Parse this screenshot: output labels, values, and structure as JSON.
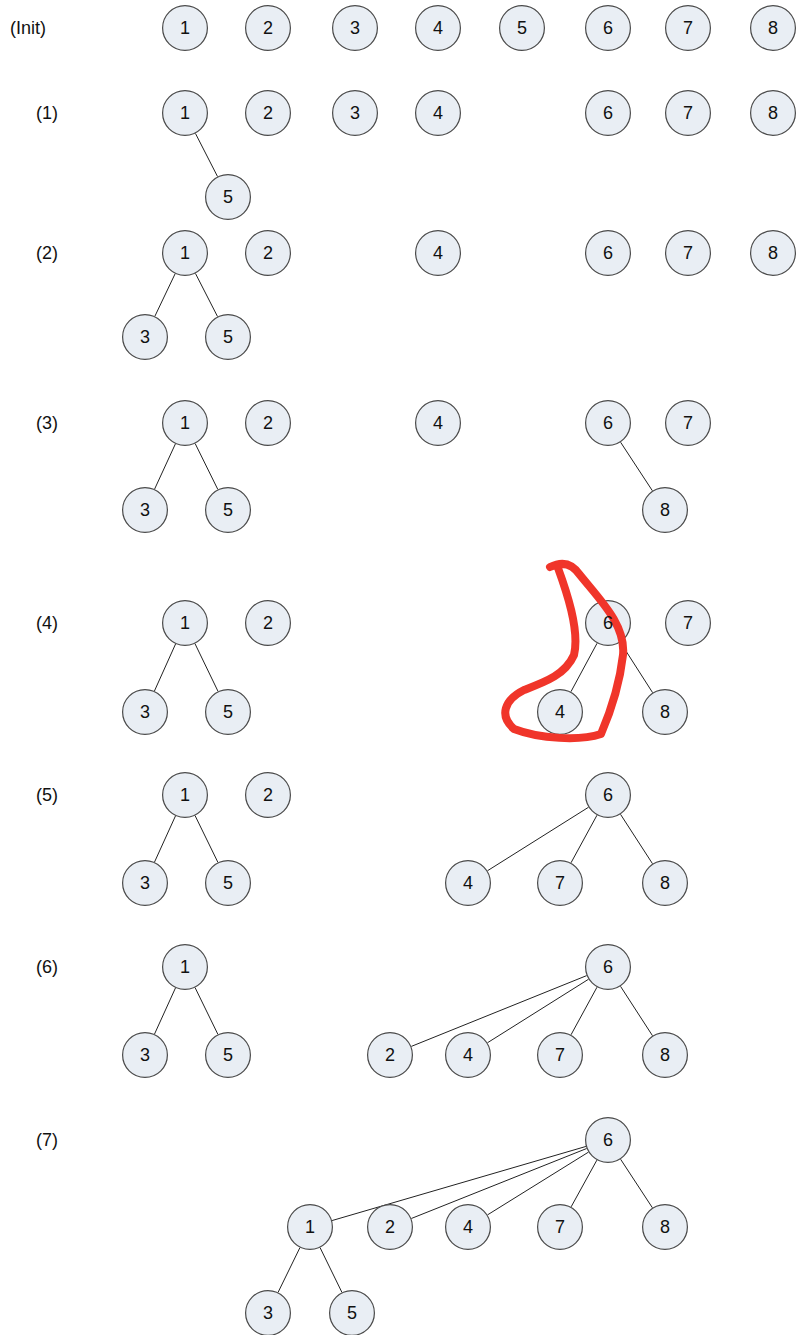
{
  "diagram": {
    "nodes": [
      {
        "text": [
          "1"
        ]
      },
      {
        "text": [
          "2"
        ]
      },
      {
        "text": [
          "3"
        ]
      },
      {
        "text": [
          "4"
        ]
      },
      {
        "text": [
          "5"
        ]
      },
      {
        "text": [
          "6"
        ]
      },
      {
        "text": [
          "7"
        ]
      },
      {
        "text": [
          "8"
        ]
      },
      {
        "text": [
          "1"
        ]
      },
      {
        "text": [
          "2"
        ]
      },
      {
        "text": [
          "3"
        ]
      },
      {
        "text": [
          "4"
        ]
      },
      {
        "text": [
          "6"
        ]
      },
      {
        "text": [
          "7"
        ]
      },
      {
        "text": [
          "8"
        ]
      },
      {
        "text": [
          "5"
        ]
      },
      {
        "text": [
          "1"
        ]
      },
      {
        "text": [
          "2"
        ]
      },
      {
        "text": [
          "4"
        ]
      },
      {
        "text": [
          "6"
        ]
      },
      {
        "text": [
          "7"
        ]
      },
      {
        "text": [
          "8"
        ]
      },
      {
        "text": [
          "3"
        ]
      },
      {
        "text": [
          "5"
        ]
      },
      {
        "text": [
          "1"
        ]
      },
      {
        "text": [
          "2"
        ]
      },
      {
        "text": [
          "4"
        ]
      },
      {
        "text": [
          "6"
        ]
      },
      {
        "text": [
          "7"
        ]
      },
      {
        "text": [
          "3"
        ]
      },
      {
        "text": [
          "5"
        ]
      },
      {
        "text": [
          "8"
        ]
      },
      {
        "text": [
          "1"
        ]
      },
      {
        "text": [
          "2"
        ]
      },
      {
        "text": [
          "6"
        ]
      },
      {
        "text": [
          "7"
        ]
      },
      {
        "text": [
          "3"
        ]
      },
      {
        "text": [
          "5"
        ]
      },
      {
        "text": [
          "4"
        ]
      },
      {
        "text": [
          "8"
        ]
      },
      {
        "text": [
          "1"
        ]
      },
      {
        "text": [
          "2"
        ]
      },
      {
        "text": [
          "6"
        ]
      },
      {
        "text": [
          "3"
        ]
      },
      {
        "text": [
          "5"
        ]
      },
      {
        "text": [
          "4"
        ]
      },
      {
        "text": [
          "7"
        ]
      },
      {
        "text": [
          "8"
        ]
      },
      {
        "text": [
          "1"
        ]
      },
      {
        "text": [
          "6"
        ]
      },
      {
        "text": [
          "3"
        ]
      },
      {
        "text": [
          "5"
        ]
      },
      {
        "text": [
          "2"
        ]
      },
      {
        "text": [
          "4"
        ]
      },
      {
        "text": [
          "7"
        ]
      },
      {
        "text": [
          "8"
        ]
      },
      {
        "text": [
          "6"
        ]
      },
      {
        "text": [
          "1"
        ]
      },
      {
        "text": [
          "2"
        ]
      },
      {
        "text": [
          "4"
        ]
      },
      {
        "text": [
          "7"
        ]
      },
      {
        "text": [
          "8"
        ]
      },
      {
        "text": [
          "3"
        ]
      },
      {
        "text": [
          "5"
        ]
      }
    ],
    "edges": [
      {
        "from": 8,
        "to": 15,
        "arrow": "none"
      },
      {
        "from": 16,
        "to": 22,
        "arrow": "none"
      },
      {
        "from": 16,
        "to": 23,
        "arrow": "none"
      },
      {
        "from": 24,
        "to": 29,
        "arrow": "none"
      },
      {
        "from": 24,
        "to": 30,
        "arrow": "none"
      },
      {
        "from": 27,
        "to": 31,
        "arrow": "none"
      },
      {
        "from": 32,
        "to": 36,
        "arrow": "none"
      },
      {
        "from": 32,
        "to": 37,
        "arrow": "none"
      },
      {
        "from": 34,
        "to": 38,
        "arrow": "none"
      },
      {
        "from": 34,
        "to": 39,
        "arrow": "none"
      },
      {
        "from": 40,
        "to": 43,
        "arrow": "none"
      },
      {
        "from": 40,
        "to": 44,
        "arrow": "none"
      },
      {
        "from": 42,
        "to": 45,
        "arrow": "none"
      },
      {
        "from": 42,
        "to": 46,
        "arrow": "none"
      },
      {
        "from": 42,
        "to": 47,
        "arrow": "none"
      },
      {
        "from": 48,
        "to": 50,
        "arrow": "none"
      },
      {
        "from": 48,
        "to": 51,
        "arrow": "none"
      },
      {
        "from": 49,
        "to": 52,
        "arrow": "none"
      },
      {
        "from": 49,
        "to": 53,
        "arrow": "none"
      },
      {
        "from": 49,
        "to": 54,
        "arrow": "none"
      },
      {
        "from": 49,
        "to": 55,
        "arrow": "none"
      },
      {
        "from": 56,
        "to": 57,
        "arrow": "none"
      },
      {
        "from": 56,
        "to": 58,
        "arrow": "none"
      },
      {
        "from": 56,
        "to": 59,
        "arrow": "none"
      },
      {
        "from": 56,
        "to": 60,
        "arrow": "none"
      },
      {
        "from": 56,
        "to": 61,
        "arrow": "none"
      },
      {
        "from": 57,
        "to": 62,
        "arrow": "none"
      },
      {
        "from": 57,
        "to": 63,
        "arrow": "none"
      }
    ],
    "labels": [
      "(Init)",
      "(1)",
      "(2)",
      "(3)",
      "(4)",
      "(5)",
      "(6)",
      "(7)"
    ]
  }
}
